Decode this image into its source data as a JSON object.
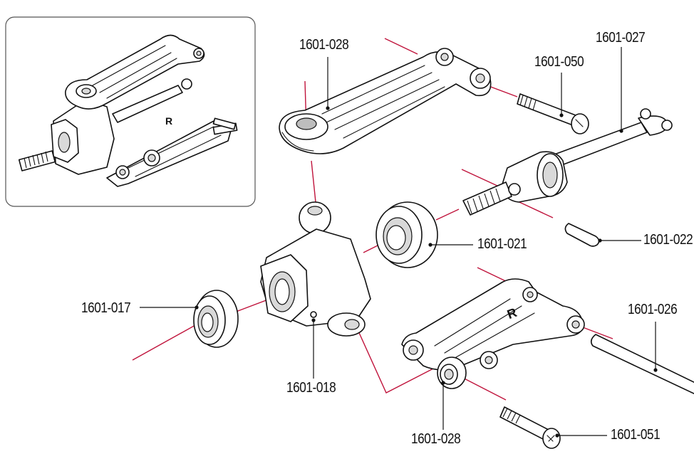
{
  "diagram": {
    "callouts": [
      {
        "id": "upper-arm",
        "part_number": "1601-028"
      },
      {
        "id": "upper-arm-pin",
        "part_number": "1601-050"
      },
      {
        "id": "driveshaft",
        "part_number": "1601-027"
      },
      {
        "id": "axle-pin",
        "part_number": "1601-022"
      },
      {
        "id": "outer-bearing",
        "part_number": "1601-021"
      },
      {
        "id": "inner-bearing",
        "part_number": "1601-017"
      },
      {
        "id": "upright",
        "part_number": "1601-018"
      },
      {
        "id": "lower-arm-pivot",
        "part_number": "1601-026"
      },
      {
        "id": "lower-bushing",
        "part_number": "1601-028"
      },
      {
        "id": "lower-arm-screw",
        "part_number": "1601-051"
      }
    ],
    "colors": {
      "line": "#111111",
      "leader": "#c0143c",
      "inset_border": "#555555"
    }
  }
}
